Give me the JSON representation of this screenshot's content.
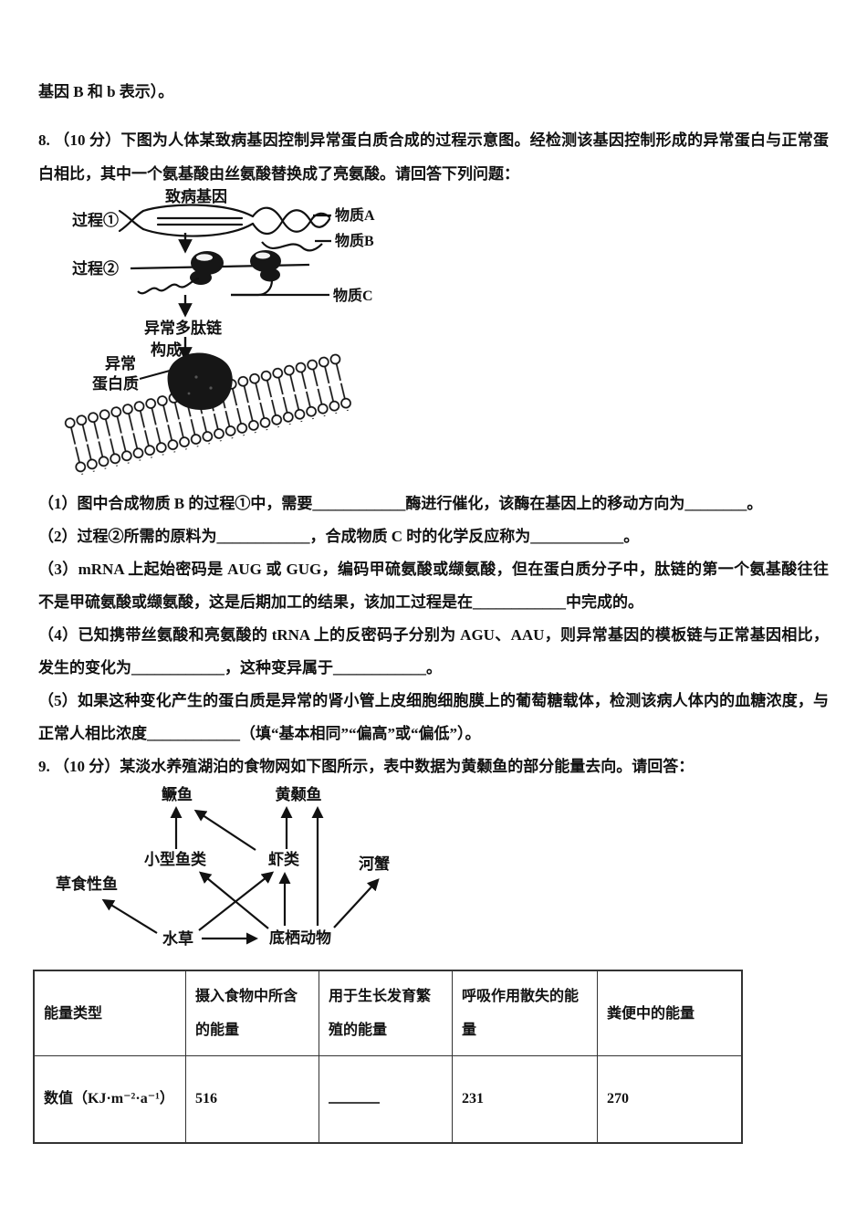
{
  "theme": {
    "ink": "#111111",
    "paper": "#ffffff"
  },
  "doc": {
    "line_top": "基因 B 和 b 表示）。",
    "q8_stem": "8. （10 分）下图为人体某致病基因控制异常蛋白质合成的过程示意图。经检测该基因控制形成的异常蛋白与正常蛋白相比，其中一个氨基酸由丝氨酸替换成了亮氨酸。请回答下列问题：",
    "q8_parts": [
      "（1）图中合成物质 B 的过程①中，需要____________酶进行催化，该酶在基因上的移动方向为________。",
      "（2）过程②所需的原料为____________，合成物质 C 时的化学反应称为____________。",
      "（3）mRNA 上起始密码是 AUG 或 GUG，编码甲硫氨酸或缬氨酸，但在蛋白质分子中，肽链的第一个氨基酸往往不是甲硫氨酸或缬氨酸，这是后期加工的结果，该加工过程是在____________中完成的。",
      "（4）已知携带丝氨酸和亮氨酸的 tRNA 上的反密码子分别为 AGU、AAU，则异常基因的模板链与正常基因相比，发生的变化为____________，这种变异属于____________。",
      "（5）如果这种变化产生的蛋白质是异常的肾小管上皮细胞细胞膜上的葡萄糖载体，检测该病人体内的血糖浓度，与正常人相比浓度____________（填“基本相同”“偏高”或“偏低”）。"
    ],
    "q9_stem": "9. （10 分）某淡水养殖湖泊的食物网如下图所示，表中数据为黄颡鱼的部分能量去向。请回答："
  },
  "gene_diagram": {
    "gene": "致病基因",
    "process1": "过程①",
    "substance_a": "物质A",
    "substance_b": "物质B",
    "process2": "过程②",
    "substance_c": "物质C",
    "polypeptide": "异常多肽链",
    "compose": "构成",
    "protein_line1": "异常",
    "protein_line2": "蛋白质"
  },
  "food_web": {
    "nodes": {
      "mandarin_fish": "鳜鱼",
      "yellow_catfish": "黄颡鱼",
      "small_fish": "小型鱼类",
      "shrimp": "虾类",
      "river_crab": "河蟹",
      "herbivorous_fish": "草食性鱼",
      "waterweed": "水草",
      "benthic_animals": "底栖动物"
    },
    "links": [
      "水草→草食性鱼",
      "水草→底栖动物",
      "水草→虾类",
      "底栖动物→小型鱼类",
      "底栖动物→虾类",
      "底栖动物→黄颡鱼",
      "底栖动物→河蟹",
      "小型鱼类→鳜鱼",
      "虾类→鳜鱼",
      "虾类→黄颡鱼"
    ]
  },
  "energy_table": {
    "headers": [
      "能量类型",
      "摄入食物中所含的能量",
      "用于生长发育繁殖的能量",
      "呼吸作用散失的能量",
      "粪便中的能量"
    ],
    "row_label": "数值（KJ·m⁻²·a⁻¹）",
    "values": [
      "516",
      "",
      "231",
      "270"
    ]
  }
}
